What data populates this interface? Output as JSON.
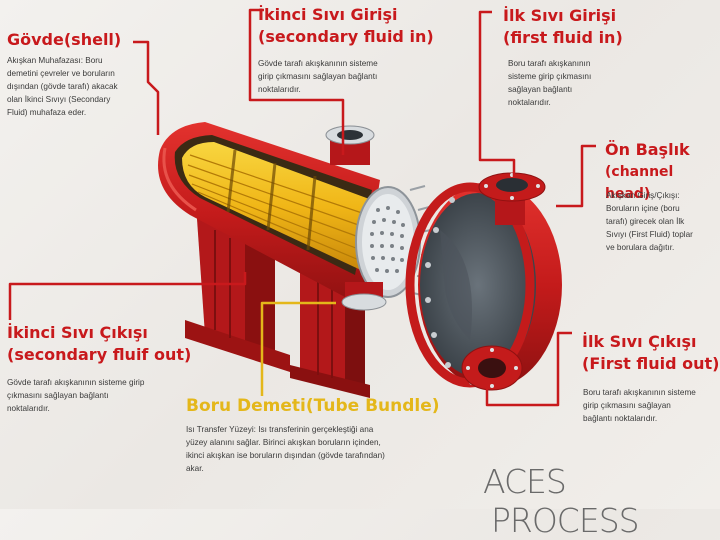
{
  "labels": {
    "shell": {
      "title": "Gövde(shell)",
      "desc": [
        "Akışkan Muhafazası: Boru",
        "demetini çevreler ve boruların",
        "dışından (gövde tarafı) akacak",
        "olan İkinci Sıvıyı (Secondary",
        "Fluid) muhafaza eder."
      ]
    },
    "secondary_in": {
      "title1": "İkinci Sıvı Girişi",
      "title2": "(secondary fluid in)",
      "desc": [
        "Gövde tarafı akışkanının sisteme",
        "girip çıkmasını sağlayan bağlantı",
        "noktalarıdır."
      ]
    },
    "first_in": {
      "title1": "İlk Sıvı Girişi",
      "title2": "(first fluid in)",
      "desc": [
        "Boru tarafı akışkanının",
        "sisteme girip çıkmasını",
        "sağlayan bağlantı",
        "noktalarıdır."
      ]
    },
    "channel_head": {
      "title1": "Ön Başlık",
      "title2": "(channel head)",
      "desc": [
        "Akışkan Giriş/Çıkışı:",
        "Boruların içine (boru",
        "tarafı) girecek olan İlk",
        "Sıvıyı (First Fluid) toplar",
        "ve borulara dağıtır."
      ]
    },
    "secondary_out": {
      "title1": "İkinci Sıvı Çıkışı",
      "title2": "(secondary fluif out)",
      "desc": [
        "Gövde tarafı akışkanının sisteme girip",
        "çıkmasını sağlayan bağlantı",
        "noktalarıdır."
      ]
    },
    "tube_bundle": {
      "title": "Boru Demeti(Tube Bundle)",
      "desc": [
        "Isı Transfer Yüzeyi: Isı transferinin gerçekleştiği ana",
        "yüzey alanını sağlar. Birinci akışkan boruların içinden,",
        "ikinci akışkan ise boruların dışından (gövde tarafından)",
        "akar."
      ]
    },
    "first_out": {
      "title1": "İlk Sıvı Çıkışı",
      "title2": "(First fluid out)",
      "desc": [
        "Boru tarafı akışkanının sisteme",
        "girip çıkmasını sağlayan",
        "bağlantı noktalarıdır."
      ]
    }
  },
  "brand": {
    "part1": "ACES",
    "part2": "PROCESS"
  },
  "colors": {
    "red": "#c8191c",
    "yellow": "#e4b71a",
    "text": "#3a3a3a",
    "steel": "#5d6670"
  }
}
